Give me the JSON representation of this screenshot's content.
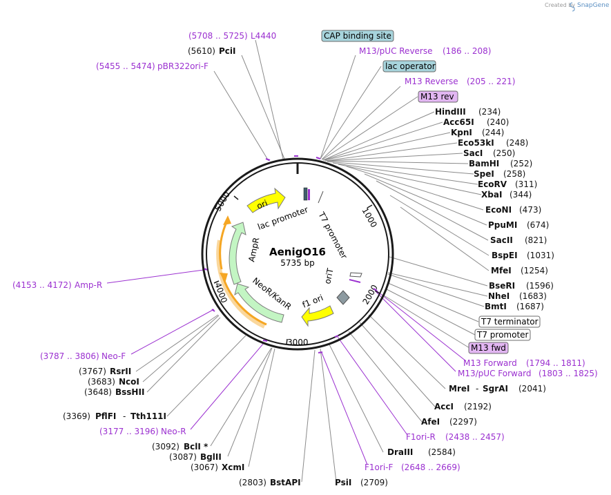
{
  "credit": {
    "prefix": "Created by",
    "brand": "SnapGene"
  },
  "plasmid": {
    "name": "AenigO16",
    "size": "5735 bp"
  },
  "ticks": [
    "1000",
    "2000",
    "3000",
    "4000",
    "5000"
  ],
  "features": {
    "ori": "ori",
    "lac_promoter": "lac promoter",
    "t7_promoter": "T7 promoter",
    "ampr": "AmpR",
    "neor": "NeoR/KanR",
    "f1_ori": "f1 ori",
    "orit": "oriT"
  },
  "boxes": {
    "cap": "CAP binding site",
    "lac_operator": "lac operator",
    "m13_rev": "M13 rev",
    "t7_terminator": "T7 terminator",
    "t7_promoter_box": "T7 promoter",
    "m13_fwd": "M13 fwd"
  },
  "primers": {
    "l4440": {
      "name": "L4440",
      "range": "(5708 .. 5725)"
    },
    "pbr322": {
      "name": "pBR322ori-F",
      "range": "(5455 .. 5474)"
    },
    "m13puc_rev": {
      "name": "M13/pUC Reverse",
      "range": "(186 .. 208)"
    },
    "m13_rev": {
      "name": "M13 Reverse",
      "range": "(205 .. 221)"
    },
    "amp_r": {
      "name": "Amp-R",
      "range": "(4153 .. 4172)"
    },
    "neo_f": {
      "name": "Neo-F",
      "range": "(3787 .. 3806)"
    },
    "neo_r": {
      "name": "Neo-R",
      "range": "(3177 .. 3196)"
    },
    "m13_forward": {
      "name": "M13 Forward",
      "range": "(1794 .. 1811)"
    },
    "m13puc_fwd": {
      "name": "M13/pUC Forward",
      "range": "(1803 .. 1825)"
    },
    "f1ori_r": {
      "name": "F1ori-R",
      "range": "(2438 .. 2457)"
    },
    "f1ori_f": {
      "name": "F1ori-F",
      "range": "(2648 .. 2669)"
    }
  },
  "enzymes": {
    "pcii": {
      "name": "PciI",
      "pos": "(5610)"
    },
    "hindiii": {
      "name": "HindIII",
      "pos": "(234)"
    },
    "acc65i": {
      "name": "Acc65I",
      "pos": "(240)"
    },
    "kpni": {
      "name": "KpnI",
      "pos": "(244)"
    },
    "eco53ki": {
      "name": "Eco53kI",
      "pos": "(248)"
    },
    "saci": {
      "name": "SacI",
      "pos": "(250)"
    },
    "bamhi": {
      "name": "BamHI",
      "pos": "(252)"
    },
    "spei": {
      "name": "SpeI",
      "pos": "(258)"
    },
    "ecorv": {
      "name": "EcoRV",
      "pos": "(311)"
    },
    "xbai": {
      "name": "XbaI",
      "pos": "(344)"
    },
    "econi": {
      "name": "EcoNI",
      "pos": "(473)"
    },
    "ppumi": {
      "name": "PpuMI",
      "pos": "(674)"
    },
    "sacii": {
      "name": "SacII",
      "pos": "(821)"
    },
    "bspei": {
      "name": "BspEI",
      "pos": "(1031)"
    },
    "mfei": {
      "name": "MfeI",
      "pos": "(1254)"
    },
    "bseri": {
      "name": "BseRI",
      "pos": "(1596)"
    },
    "nhei": {
      "name": "NheI",
      "pos": "(1683)"
    },
    "bmti": {
      "name": "BmtI",
      "pos": "(1687)"
    },
    "mrei": {
      "name": "MreI",
      "sep": "-",
      "name2": "SgrAI",
      "pos": "(2041)"
    },
    "acci": {
      "name": "AccI",
      "pos": "(2192)"
    },
    "afei": {
      "name": "AfeI",
      "pos": "(2297)"
    },
    "draiii": {
      "name": "DraIII",
      "pos": "(2584)"
    },
    "psii": {
      "name": "PsiI",
      "pos": "(2709)"
    },
    "bstapi": {
      "name": "BstAPI",
      "pos": "(2803)"
    },
    "xcmi": {
      "name": "XcmI",
      "pos": "(3067)"
    },
    "bglii": {
      "name": "BglII",
      "pos": "(3087)"
    },
    "bcli": {
      "name": "BclI *",
      "pos": "(3092)"
    },
    "pflfi": {
      "name": "PflFI",
      "sep": "-",
      "name2": "Tth111I",
      "pos": "(3369)"
    },
    "bsshii": {
      "name": "BssHII",
      "pos": "(3648)"
    },
    "ncoi": {
      "name": "NcoI",
      "pos": "(3683)"
    },
    "rsrii": {
      "name": "RsrII",
      "pos": "(3767)"
    }
  },
  "colors": {
    "backbone": "#1a1a1a",
    "primer": "#9b30d0",
    "ori": "#ffff00",
    "marker": "#c3f5c3",
    "orange": "#f5a623",
    "feature_box_blue": "#a7d4dc",
    "feature_box_purple": "#e2b6f2",
    "leader": "#8a8a8a"
  }
}
